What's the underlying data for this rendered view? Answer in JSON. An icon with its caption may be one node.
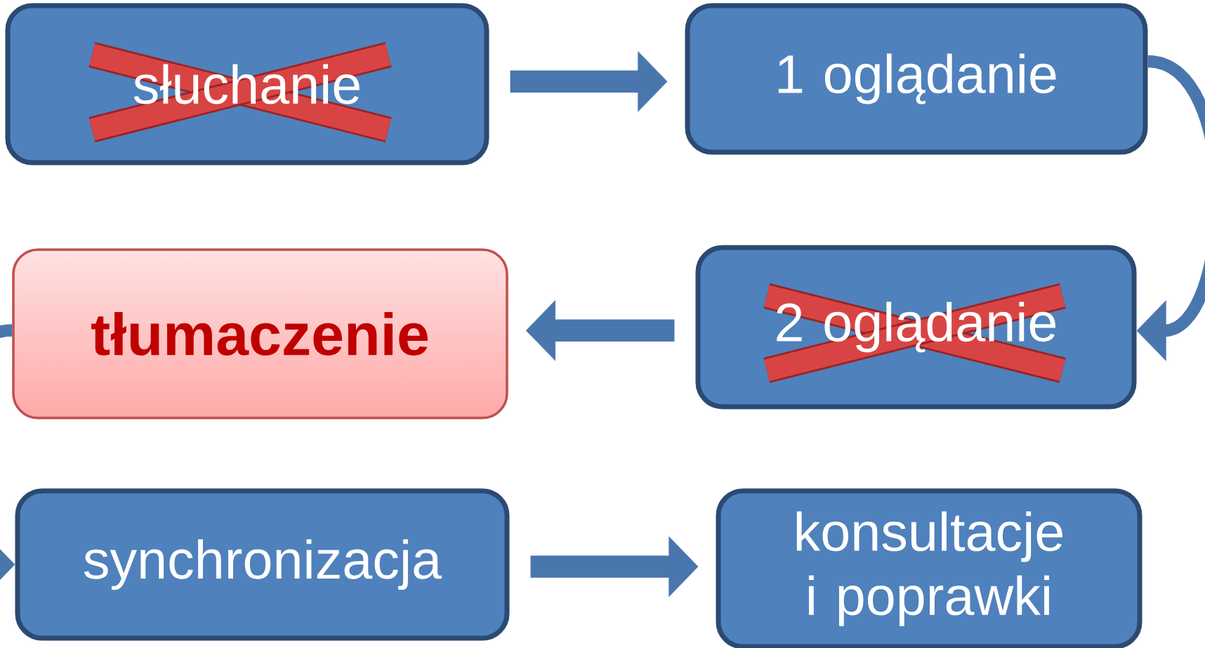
{
  "diagram": {
    "nodes": [
      {
        "text": [
          "słuchanie"
        ]
      },
      {
        "text": [
          "1 oglądanie"
        ]
      },
      {
        "text": [
          "2 oglądanie"
        ]
      },
      {
        "text": [
          "tłumaczenie"
        ]
      },
      {
        "text": [
          "synchronizacja"
        ]
      },
      {
        "text": [
          "konsultacje i poprawki"
        ]
      }
    ],
    "edges": [
      {
        "from": 0,
        "to": 1,
        "arrow": "to"
      },
      {
        "from": 1,
        "to": 2,
        "arrow": "to"
      },
      {
        "from": 2,
        "to": 3,
        "arrow": "to"
      },
      {
        "from": 3,
        "to": 4,
        "arrow": "to"
      },
      {
        "from": 4,
        "to": 5,
        "arrow": "to"
      }
    ]
  }
}
